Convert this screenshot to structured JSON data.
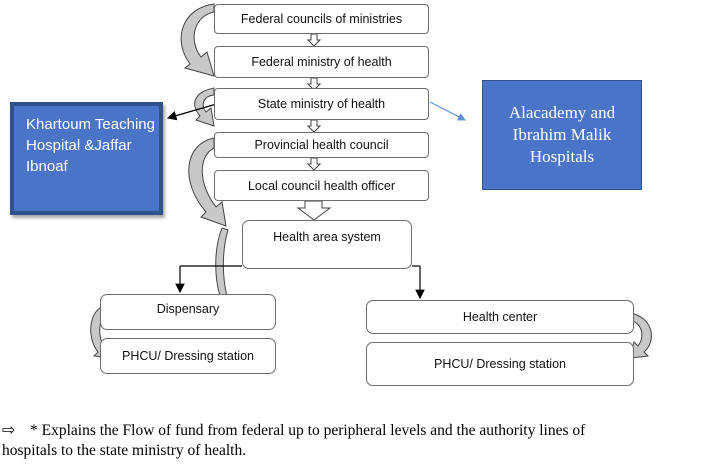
{
  "nodes": {
    "federal_councils": "Federal councils of ministries",
    "federal_ministry": "Federal ministry of health",
    "state_ministry": "State ministry of health",
    "provincial_council": "Provincial health council",
    "local_council": "Local council health officer",
    "health_area": "Health area system",
    "dispensary": "Dispensary",
    "phcu_left": "PHCU/ Dressing station",
    "health_center": "Health center",
    "phcu_right": "PHCU/ Dressing station",
    "khartoum": "Khartoum Teaching Hospital &Jaffar Ibnoaf",
    "alacademy": "Alacademy and Ibrahim Malik Hospitals"
  },
  "caption": {
    "bullet_icon": "hollow-right-arrow",
    "line1": "* Explains the Flow of fund from federal up to peripheral levels and the authority lines of",
    "line2": "hospitals to the state ministry of health."
  },
  "colors": {
    "box_fill": "#4a74c7",
    "box_border": "#2f528f",
    "curved_arrow_fill": "#c8c8c8"
  }
}
